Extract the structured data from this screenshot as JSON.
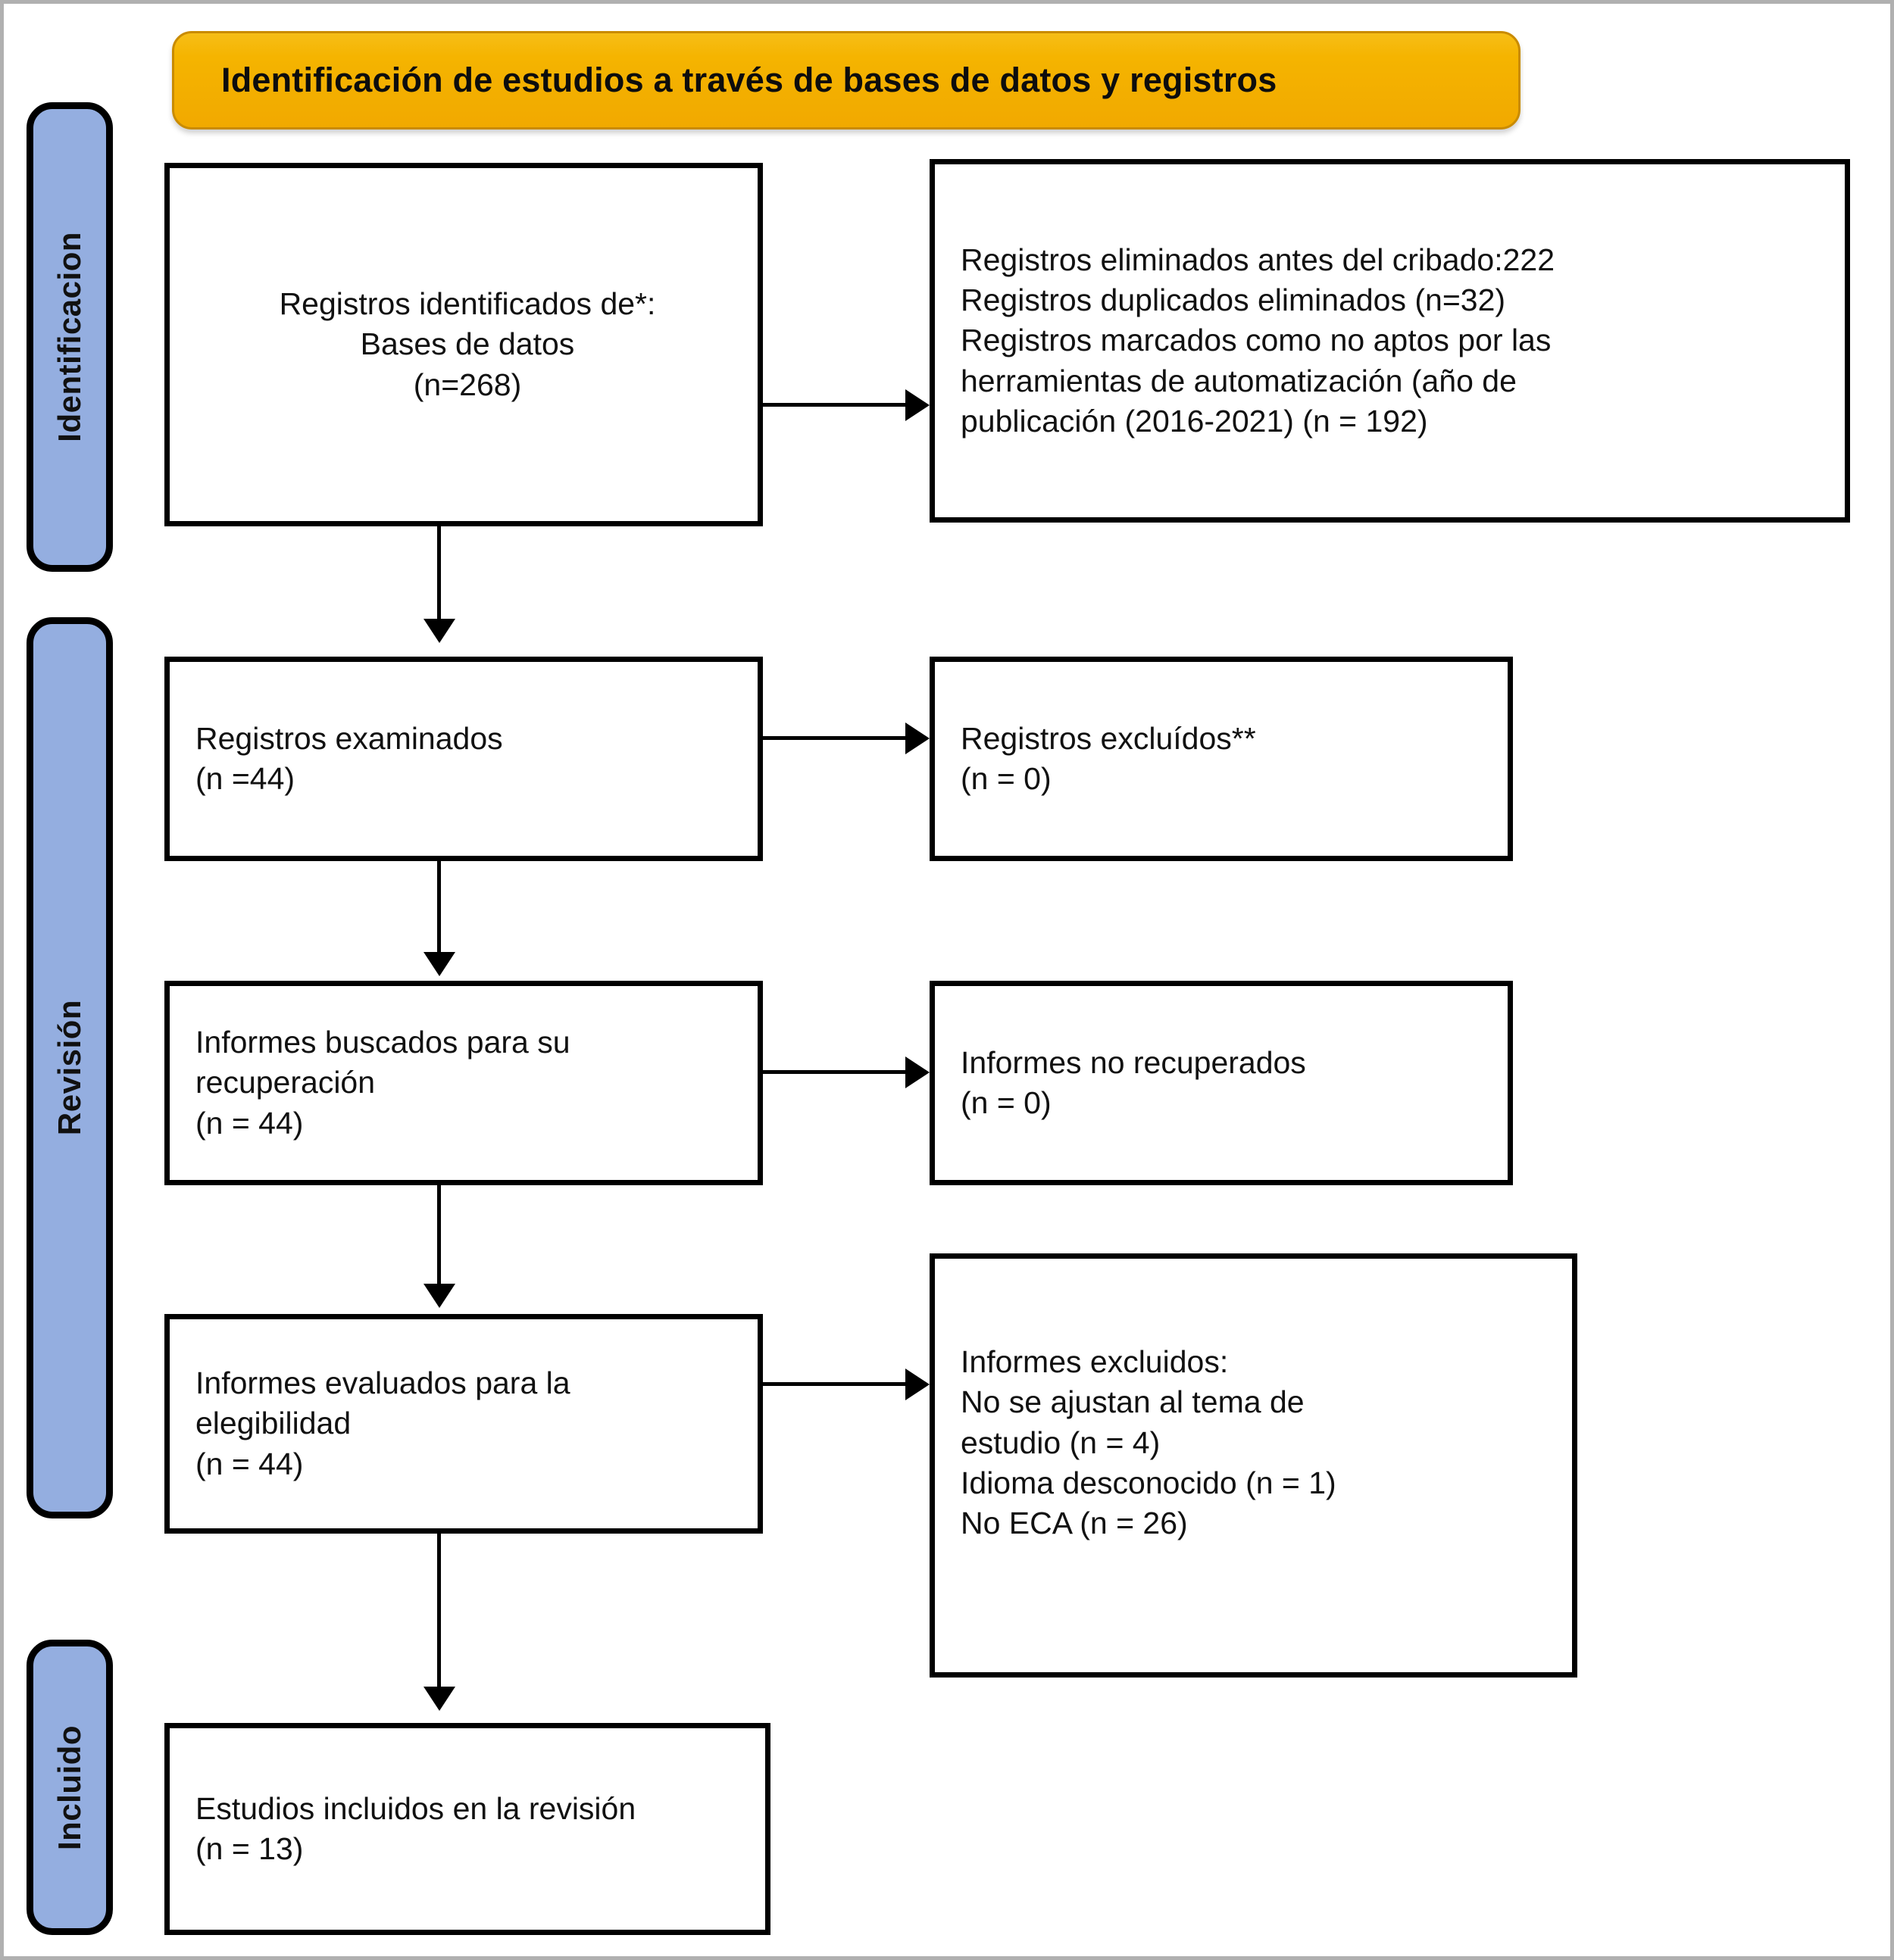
{
  "diagram": {
    "title": "Identificación  de estudios a través de bases de datos y registros",
    "colors": {
      "banner": "#F5B400",
      "stage_tab": "#94AEE0",
      "box_border": "#000000",
      "frame": "#b0b0b0"
    },
    "stages": [
      {
        "id": "identification",
        "label": "Identificacion"
      },
      {
        "id": "screening",
        "label": "Revisión"
      },
      {
        "id": "included",
        "label": "Incluido"
      }
    ],
    "boxes": [
      {
        "id": "records-identified",
        "text": "Registros identificados de*:\n     Bases de datos\n(n=268)"
      },
      {
        "id": "records-removed",
        "text": "Registros eliminados antes del cribado:222\n       Registros duplicados eliminados (n=32)\n       Registros marcados como no aptos por las\nherramientas de automatización (año de\npublicación (2016-2021) (n = 192)"
      },
      {
        "id": "records-screened",
        "text": "Registros examinados\n(n =44)"
      },
      {
        "id": "records-excluded",
        "text": "Registros excluídos**\n(n = 0)"
      },
      {
        "id": "reports-sought",
        "text": "Informes buscados para su\nrecuperación\n(n = 44)"
      },
      {
        "id": "reports-not-retrieved",
        "text": "Informes no recuperados\n(n = 0)"
      },
      {
        "id": "reports-assessed",
        "text": "Informes evaluados para la\nelegibilidad\n(n = 44)"
      },
      {
        "id": "reports-excluded",
        "text": "Informes excluidos:\n      No se ajustan al tema de\nestudio (n = 4)\n      Idioma desconocido (n = 1)\nNo ECA (n = 26)"
      },
      {
        "id": "studies-included",
        "text": "Estudios incluidos en la revisión\n(n = 13)"
      }
    ]
  },
  "chart_data": {
    "type": "diagram",
    "title": "PRISMA 2020 flow diagram (Spanish)",
    "nodes": [
      {
        "id": "records-identified",
        "stage": "Identificacion",
        "label": "Registros identificados de*: Bases de datos",
        "n": 268
      },
      {
        "id": "records-removed",
        "stage": "Identificacion",
        "label": "Registros eliminados antes del cribado",
        "n": 222,
        "breakdown": [
          {
            "label": "Registros duplicados eliminados",
            "n": 32
          },
          {
            "label": "Registros marcados como no aptos por las herramientas de automatización (año de publicación (2016-2021)",
            "n": 192
          }
        ]
      },
      {
        "id": "records-screened",
        "stage": "Revisión",
        "label": "Registros examinados",
        "n": 44
      },
      {
        "id": "records-excluded",
        "stage": "Revisión",
        "label": "Registros excluídos**",
        "n": 0
      },
      {
        "id": "reports-sought",
        "stage": "Revisión",
        "label": "Informes buscados para su recuperación",
        "n": 44
      },
      {
        "id": "reports-not-retrieved",
        "stage": "Revisión",
        "label": "Informes no recuperados",
        "n": 0
      },
      {
        "id": "reports-assessed",
        "stage": "Revisión",
        "label": "Informes evaluados para la elegibilidad",
        "n": 44
      },
      {
        "id": "reports-excluded",
        "stage": "Revisión",
        "label": "Informes excluidos",
        "breakdown": [
          {
            "label": "No se ajustan al tema de estudio",
            "n": 4
          },
          {
            "label": "Idioma desconocido",
            "n": 1
          },
          {
            "label": "No ECA",
            "n": 26
          }
        ]
      },
      {
        "id": "studies-included",
        "stage": "Incluido",
        "label": "Estudios incluidos en la revisión",
        "n": 13
      }
    ],
    "edges": [
      {
        "from": "records-identified",
        "to": "records-removed",
        "dir": "right"
      },
      {
        "from": "records-identified",
        "to": "records-screened",
        "dir": "down"
      },
      {
        "from": "records-screened",
        "to": "records-excluded",
        "dir": "right"
      },
      {
        "from": "records-screened",
        "to": "reports-sought",
        "dir": "down"
      },
      {
        "from": "reports-sought",
        "to": "reports-not-retrieved",
        "dir": "right"
      },
      {
        "from": "reports-sought",
        "to": "reports-assessed",
        "dir": "down"
      },
      {
        "from": "reports-assessed",
        "to": "reports-excluded",
        "dir": "right"
      },
      {
        "from": "reports-assessed",
        "to": "studies-included",
        "dir": "down"
      }
    ]
  }
}
